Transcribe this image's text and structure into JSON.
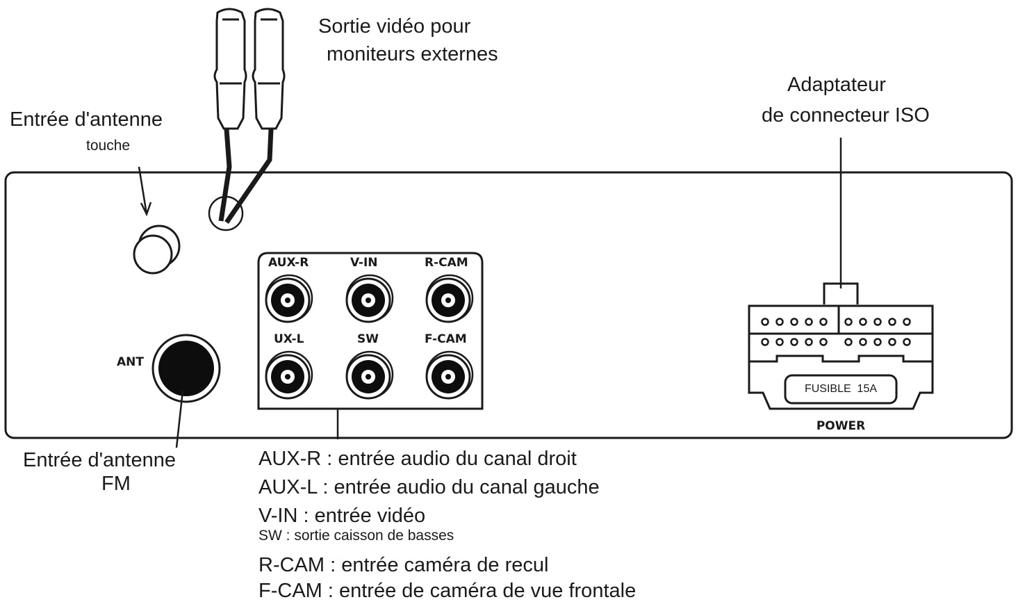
{
  "callouts": {
    "video_out_line1": "Sortie vidéo pour",
    "video_out_line2": "moniteurs externes",
    "antenna_key_line1": "Entrée d'antenne",
    "antenna_key_line2": "touche",
    "iso_line1": "Adaptateur",
    "iso_line2": "de connecteur ISO",
    "fm_line1": "Entrée d'antenne",
    "fm_line2": "FM"
  },
  "panel": {
    "ant_label": "ANT",
    "power_label": "POWER",
    "fuse_label": "FUSIBLE  15A",
    "jacks_top": [
      "AUX-R",
      "V-IN",
      "R-CAM"
    ],
    "jacks_bottom": [
      "UX-L",
      "SW",
      "F-CAM"
    ]
  },
  "legend": {
    "aux_r": "AUX-R : entrée audio du canal droit",
    "aux_l": "AUX-L : entrée audio du canal gauche",
    "v_in": "V-IN : entrée vidéo",
    "sw": "SW : sortie caisson de basses",
    "r_cam": "R-CAM : entrée caméra de recul",
    "f_cam": "F-CAM : entrée de caméra de vue frontale"
  }
}
